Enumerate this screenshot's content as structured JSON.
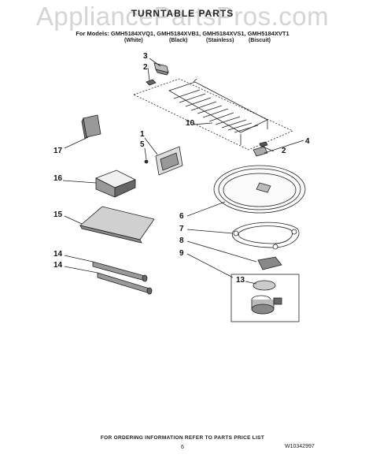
{
  "watermark": "AppliancePartsPros.com",
  "header": {
    "title": "TURNTABLE PARTS",
    "models_line": "For Models: GMH5184XVQ1, GMH5184XVB1, GMH5184XVS1, GMH5184XVT1",
    "colors": [
      "(White)",
      "(Black)",
      "(Stainless)",
      "(Biscuit)"
    ]
  },
  "callouts": {
    "c3": "3",
    "c2a": "2",
    "c10": "10",
    "c2b": "2",
    "c4": "4",
    "c1": "1",
    "c5": "5",
    "c17": "17",
    "c16": "16",
    "c6": "6",
    "c15": "15",
    "c7": "7",
    "c8": "8",
    "c9": "9",
    "c14a": "14",
    "c14b": "14",
    "c13": "13"
  },
  "footer": {
    "note": "FOR ORDERING INFORMATION REFER TO PARTS PRICE LIST",
    "page_number": "6",
    "doc_number": "W10342997"
  }
}
